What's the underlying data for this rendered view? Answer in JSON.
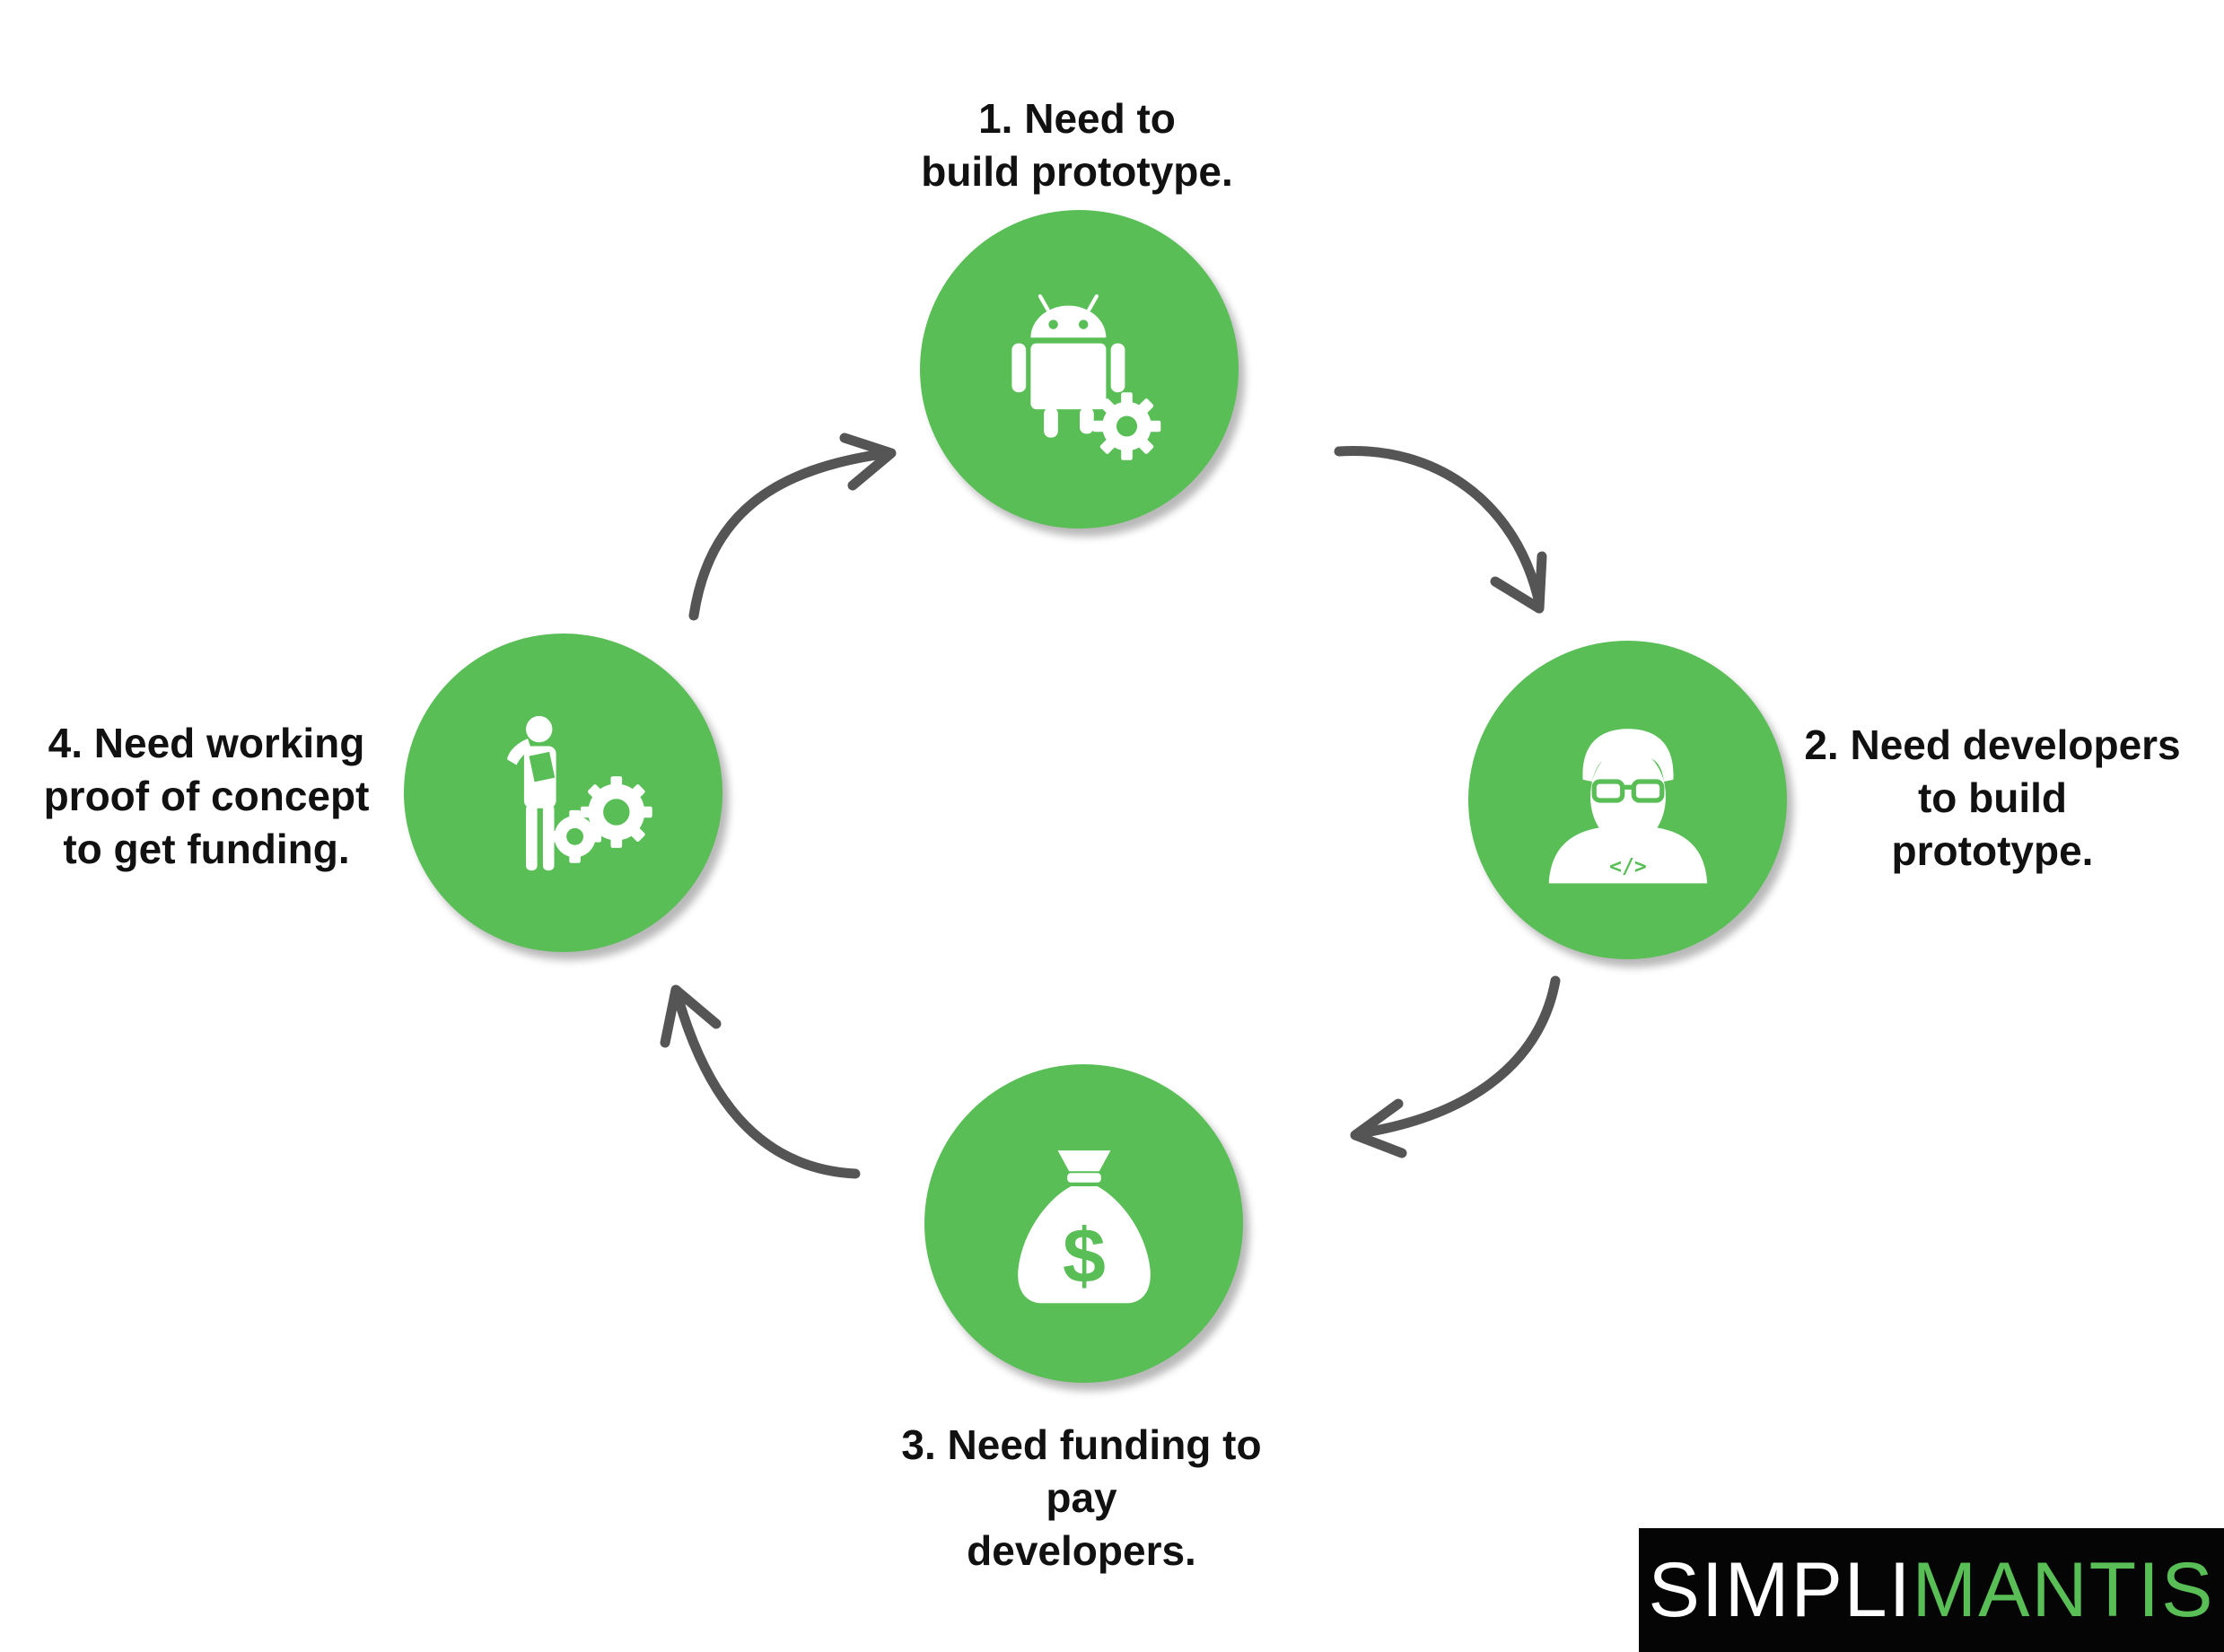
{
  "steps": [
    {
      "lines": [
        "1. Need to",
        "build prototype."
      ],
      "icon": "android-gear-icon"
    },
    {
      "lines": [
        "2. Need developers",
        "to build",
        "prototype."
      ],
      "icon": "developer-icon"
    },
    {
      "lines": [
        "3. Need funding to",
        "pay",
        "developers."
      ],
      "icon": "money-bag-icon"
    },
    {
      "lines": [
        "4. Need working",
        "proof of concept",
        "to get funding."
      ],
      "icon": "worker-gears-icon"
    }
  ],
  "logo": {
    "part1": "SIMPLI",
    "part2": "MANTIS"
  },
  "colors": {
    "accent": "#58be55",
    "arrow": "#555555",
    "text": "#111111",
    "logo_bg": "#050505"
  }
}
